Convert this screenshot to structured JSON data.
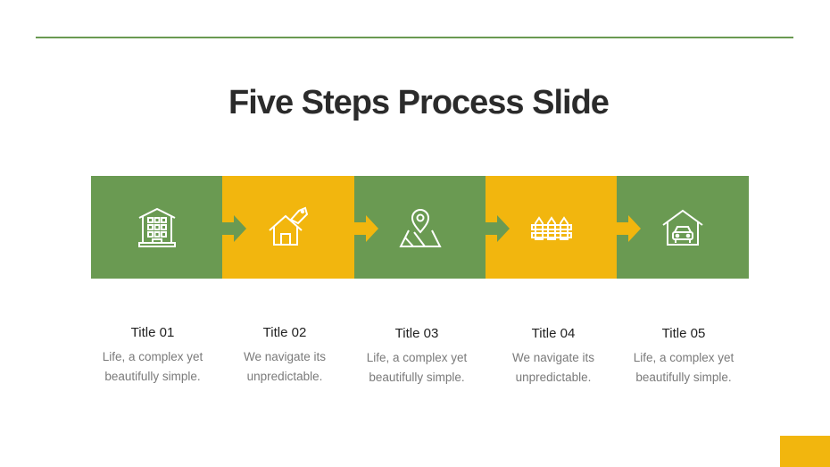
{
  "slide": {
    "title": "Five Steps Process Slide",
    "colors": {
      "green": "#6a9a52",
      "yellow": "#f2b60e",
      "rule": "#6a9a52",
      "title_text": "#2b2b2b",
      "caption_title": "#222222",
      "caption_body": "#7a7a7a"
    }
  },
  "steps": [
    {
      "icon": "apartment-building-icon",
      "color": "green",
      "title": "Title 01",
      "desc_line1": "Life, a complex yet",
      "desc_line2": "beautifully simple."
    },
    {
      "icon": "house-price-tag-icon",
      "color": "yellow",
      "title": "Title 02",
      "desc_line1": "We navigate its",
      "desc_line2": "unpredictable."
    },
    {
      "icon": "map-pin-icon",
      "color": "green",
      "title": "Title 03",
      "desc_line1": "Life, a complex yet",
      "desc_line2": "beautifully simple."
    },
    {
      "icon": "fence-icon",
      "color": "yellow",
      "title": "Title 04",
      "desc_line1": "We navigate its",
      "desc_line2": "unpredictable."
    },
    {
      "icon": "garage-car-icon",
      "color": "green",
      "title": "Title 05",
      "desc_line1": "Life, a complex yet",
      "desc_line2": "beautifully simple."
    }
  ]
}
